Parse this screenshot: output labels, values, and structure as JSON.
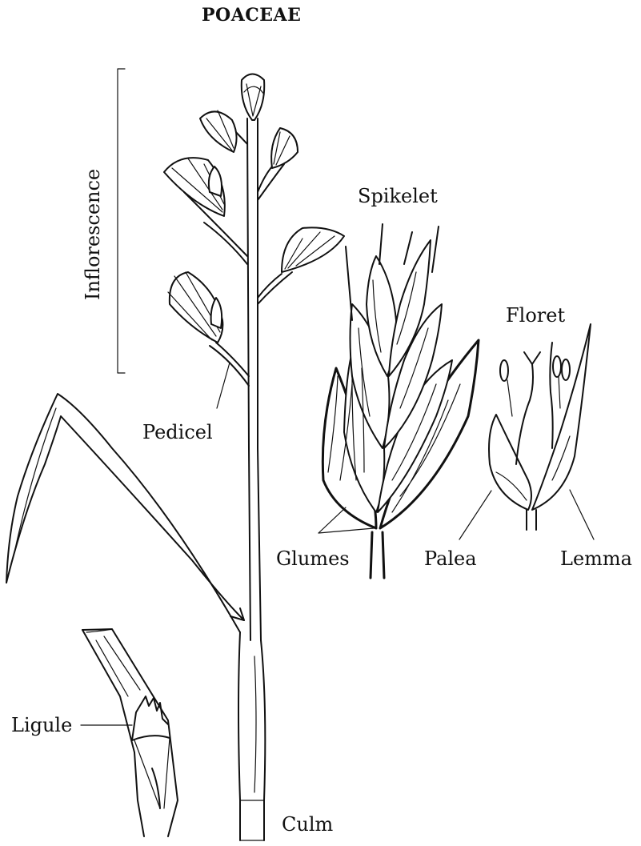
{
  "title": "POACEAE",
  "labels": {
    "inflorescence": "Inflorescence",
    "spikelet": "Spikelet",
    "floret": "Floret",
    "pedicel": "Pedicel",
    "glumes": "Glumes",
    "palea": "Palea",
    "lemma": "Lemma",
    "ligule": "Ligule",
    "culm": "Culm"
  }
}
